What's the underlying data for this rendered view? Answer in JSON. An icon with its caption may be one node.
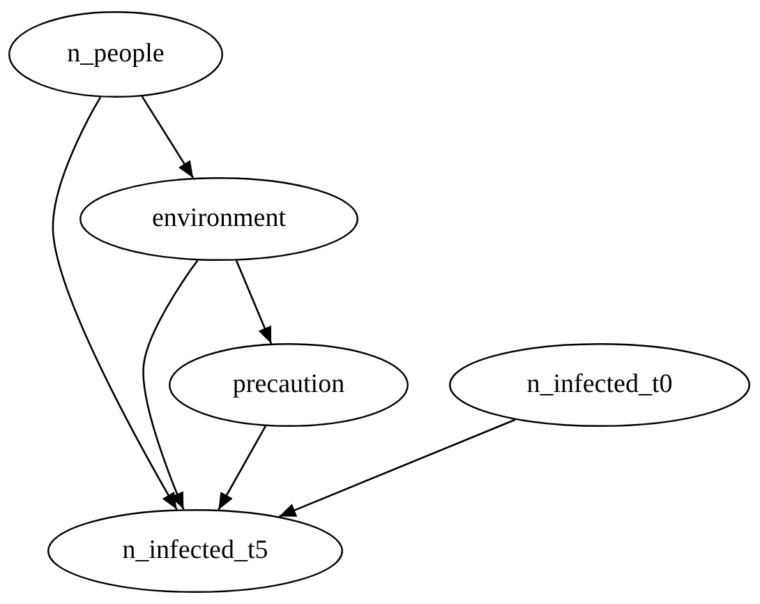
{
  "diagram": {
    "nodes": [
      {
        "text": [
          "n_people"
        ]
      },
      {
        "text": [
          "environment"
        ]
      },
      {
        "text": [
          "precaution"
        ]
      },
      {
        "text": [
          "n_infected_t0"
        ]
      },
      {
        "text": [
          "n_infected_t5"
        ]
      }
    ],
    "edges": [
      {
        "from": 0,
        "to": 1,
        "arrow": "to"
      },
      {
        "from": 0,
        "to": 4,
        "arrow": "to"
      },
      {
        "from": 1,
        "to": 2,
        "arrow": "to"
      },
      {
        "from": 1,
        "to": 4,
        "arrow": "to"
      },
      {
        "from": 2,
        "to": 4,
        "arrow": "to"
      },
      {
        "from": 3,
        "to": 4,
        "arrow": "to"
      }
    ]
  }
}
